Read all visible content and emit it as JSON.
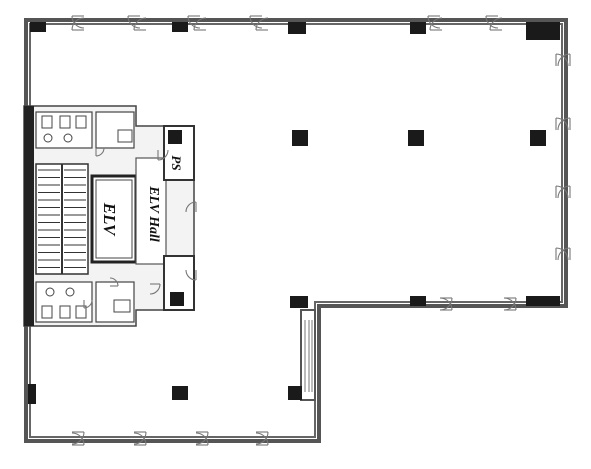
{
  "plan": {
    "labels": {
      "elevator": "ELV",
      "elevator_hall": "ELV Hall",
      "pipe_space": "PS"
    }
  }
}
